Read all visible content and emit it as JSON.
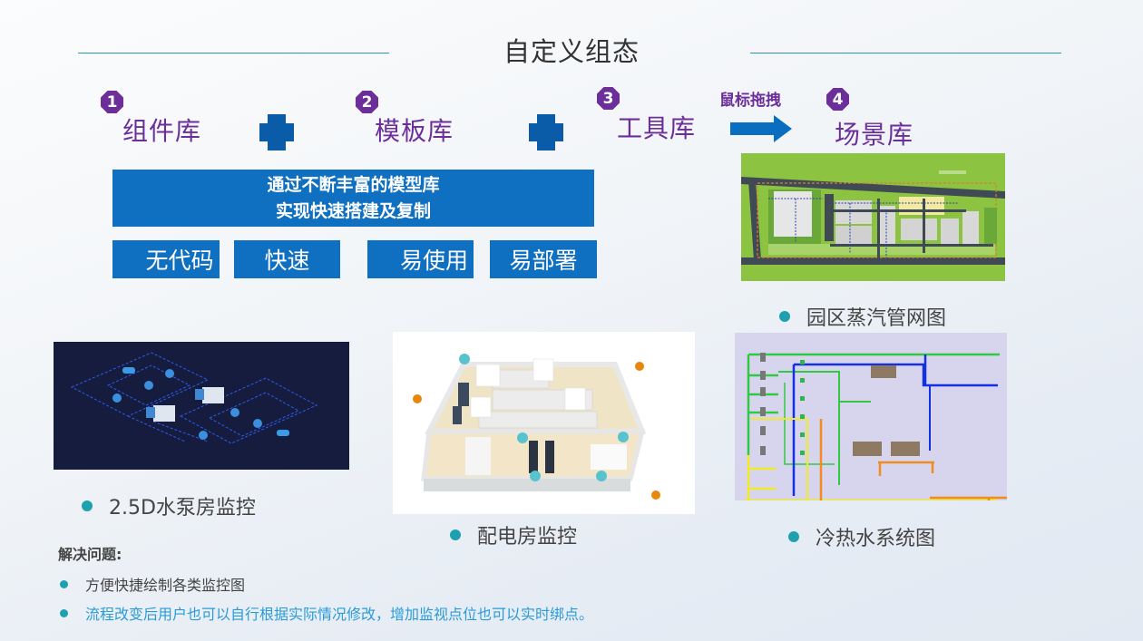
{
  "header": {
    "title": "自定义组态"
  },
  "steps": [
    {
      "number": "1",
      "label": "组件库"
    },
    {
      "number": "2",
      "label": "模板库"
    },
    {
      "number": "3",
      "label": "工具库"
    },
    {
      "number": "4",
      "label": "场景库"
    }
  ],
  "connectors": {
    "plus_1": "plus-icon",
    "plus_2": "plus-icon",
    "arrow": "arrow-right-icon",
    "arrow_label": "鼠标拖拽"
  },
  "main_box": {
    "line1": "通过不断丰富的模型库",
    "line2": "实现快速搭建及复制"
  },
  "features": [
    "无代码",
    "快速",
    "易使用",
    "易部署"
  ],
  "gallery": [
    {
      "caption": "2.5D水泵房监控",
      "image": "pump-room-2-5d"
    },
    {
      "caption": "配电房监控",
      "image": "power-distribution-room"
    },
    {
      "caption": "园区蒸汽管网图",
      "image": "park-steam-pipe-network"
    },
    {
      "caption": "冷热水系统图",
      "image": "hot-cold-water-system"
    }
  ],
  "solve": {
    "title": "解决问题:",
    "items": [
      {
        "text": "方便快捷绘制各类监控图",
        "color": "#444444"
      },
      {
        "text": "流程改变后用户也可以自行根据实际情况修改，增加监视点位也可以实时绑点。",
        "color": "#2a9bd8"
      }
    ]
  },
  "colors": {
    "accent_purple": "#6c2f9a",
    "box_blue": "#0f6fc0",
    "plus_blue": "#0b5ca8",
    "bullet_teal": "#1ea0ae",
    "title_line": "#2a9aa6"
  }
}
